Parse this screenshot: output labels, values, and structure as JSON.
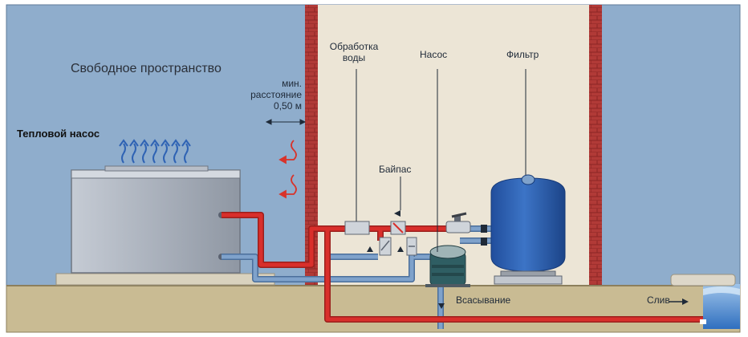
{
  "labels": {
    "free_space": "Свободное пространство",
    "heat_pump": "Тепловой насос",
    "min_distance": [
      "мин.",
      "расстояние",
      "0,50 м"
    ],
    "water_treatment": [
      "Обработка",
      "воды"
    ],
    "pump": "Насос",
    "filter": "Фильтр",
    "bypass": "Байпас",
    "suction": "Всасывание",
    "drain": "Слив"
  },
  "colors": {
    "outdoor_wall": "#8fadcc",
    "technical_room": "#ece5d6",
    "brick": "#b13a37",
    "ground": "#c9bb93",
    "hot_pipe": "#d92f2b",
    "cold_pipe": "#7fa2cb",
    "filter_tank": "#2f63b4",
    "heat_arrows": "#2f63b4",
    "warm_air_arrows": "#d8332a"
  },
  "icons": [
    "heat-exhaust-arrows-icon",
    "warm-air-arrows-icon",
    "check-valve-icon",
    "flow-direction-arrow-icon"
  ]
}
